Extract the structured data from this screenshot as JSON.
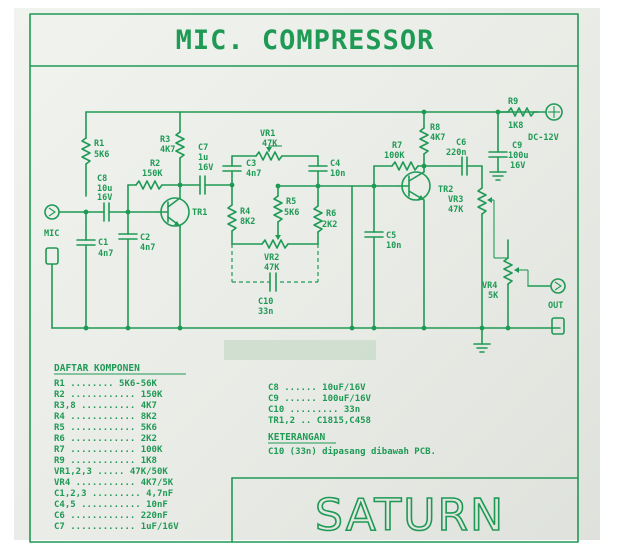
{
  "title": "MIC. COMPRESSOR",
  "brand": "SATURN",
  "labels": {
    "r1": [
      "R1",
      "5K6"
    ],
    "c8": [
      "C8",
      "10u",
      "16V"
    ],
    "r3": [
      "R3",
      "4K7"
    ],
    "r2": [
      "R2",
      "150K"
    ],
    "c7": [
      "C7",
      "1u",
      "16V"
    ],
    "tr1": "TR1",
    "c1": [
      "C1",
      "4n7"
    ],
    "c2": [
      "C2",
      "4n7"
    ],
    "vr1": [
      "VR1",
      "47K"
    ],
    "c3": [
      "C3",
      "4n7"
    ],
    "c4": [
      "C4",
      "10n"
    ],
    "r4": [
      "R4",
      "8K2"
    ],
    "r5": [
      "R5",
      "5K6"
    ],
    "r6": [
      "R6",
      "2K2"
    ],
    "vr2": [
      "VR2",
      "47K"
    ],
    "c10": [
      "C10",
      "33n"
    ],
    "r7": [
      "R7",
      "100K"
    ],
    "r8": [
      "R8",
      "4K7"
    ],
    "c6": [
      "C6",
      "220n"
    ],
    "c5": [
      "C5",
      "10n"
    ],
    "tr2": "TR2",
    "vr3": [
      "VR3",
      "47K"
    ],
    "vr4": [
      "VR4",
      "5K"
    ],
    "r9": [
      "R9",
      "1K8"
    ],
    "c9": [
      "C9",
      "100u",
      "16V"
    ],
    "dc": "DC-12V",
    "mic": "MIC",
    "out": "OUT"
  },
  "parts_list": {
    "header": "DAFTAR KOMPONEN",
    "left": [
      "R1 ........ 5K6-56K",
      "R2 ............ 150K",
      "R3,8 .......... 4K7",
      "R4 ............ 8K2",
      "R5 ............ 5K6",
      "R6 ............ 2K2",
      "R7 ............ 100K",
      "R9 ............ 1K8",
      "VR1,2,3 ..... 47K/50K",
      "VR4 ........... 4K7/5K",
      "C1,2,3 ......... 4,7nF",
      "C4,5 ........... 10nF",
      "C6 ............ 220nF",
      "C7 ............ 1uF/16V"
    ],
    "right": [
      "C8 ...... 10uF/16V",
      "C9 ...... 100uF/16V",
      "C10 ......... 33n",
      "TR1,2 .. C1815,C458"
    ],
    "note_header": "KETERANGAN",
    "note": "C10 (33n) dipasang dibawah PCB."
  }
}
